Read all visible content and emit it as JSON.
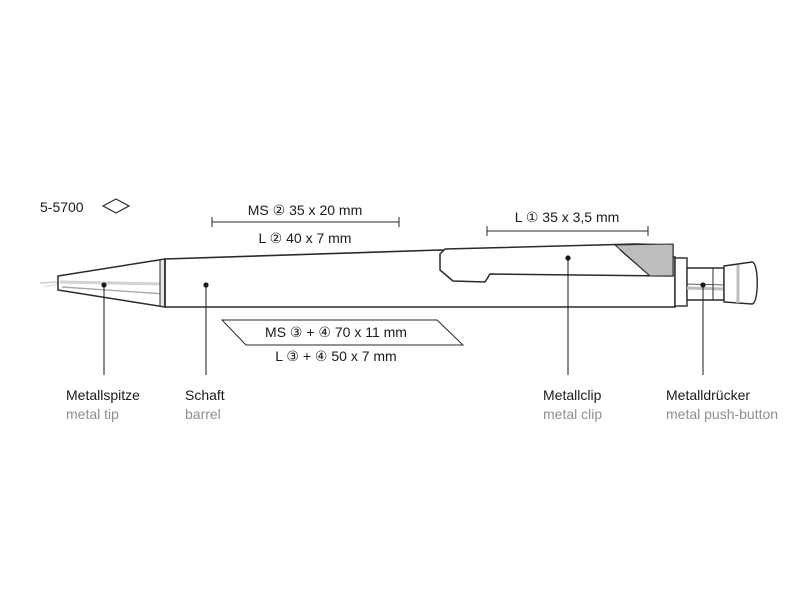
{
  "product": {
    "code": "5-5700",
    "shape": "diamond"
  },
  "dimensions": {
    "barrel_ms": "MS ② 35 x 20 mm",
    "barrel_l": "L ② 40 x 7 mm",
    "clip_l": "L ① 35 x 3,5 mm",
    "wrap_ms": "MS ③ + ④ 70 x 11 mm",
    "wrap_l": "L ③ + ④ 50 x 7 mm"
  },
  "parts": [
    {
      "name_de": "Metallspitze",
      "name_en": "metal tip"
    },
    {
      "name_de": "Schaft",
      "name_en": "barrel"
    },
    {
      "name_de": "Metallclip",
      "name_en": "metal clip"
    },
    {
      "name_de": "Metalldrücker",
      "name_en": "metal push-button"
    }
  ],
  "colors": {
    "outline": "#2a2a2a",
    "metal": "#b9b9b9",
    "text_primary": "#1a1a1a",
    "text_secondary": "#8f8f8f"
  }
}
